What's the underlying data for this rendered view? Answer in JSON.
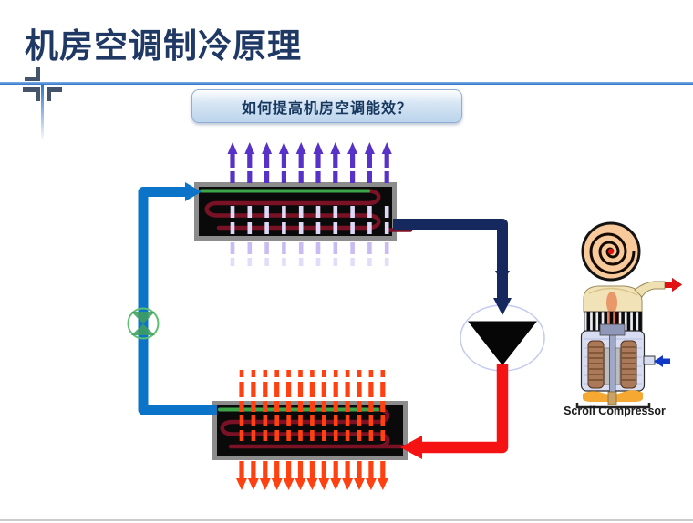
{
  "slide": {
    "title": "机房空调制冷原理",
    "callout_label": "如何提高机房空调能效？",
    "compressor_caption": "Scroll Compressor"
  },
  "icons": {
    "expansion_valve": "hourglass-in-circle",
    "compressor_symbol": "down-triangle-in-ellipse",
    "condenser_airflow": "purple-up-arrows",
    "evaporator_airflow": "red-down-arrows"
  },
  "colors": {
    "title_text": "#1F3864",
    "accent_line": "#2E74C8",
    "bracket": "#44546A",
    "callout_text": "#17375E",
    "callout_border": "#8FAED6",
    "callout_bg_top": "#FDFEFF",
    "callout_bg_bottom": "#BCD4EC",
    "pipe_blue": "#0B74C9",
    "pipe_navy": "#16295E",
    "pipe_red": "#F51212",
    "coil_green": "#3DA448",
    "coil_red": "#7A1226",
    "box_fill": "#0A0A0A",
    "box_border": "#8C8C8C",
    "airflow_purple": "#5632C8",
    "airflow_purple_light": "#DDD8F6",
    "airflow_purple_faint": "#C9BCF2",
    "airflow_hot": "#FF4010",
    "valve_green": "#3F9E5F",
    "valve_ring": "#5CC06E",
    "symbol_ellipse": "#C4CAF0",
    "symbol_triangle": "#060606",
    "scroll_face": "#F8C99B",
    "shell_dome": "#F2E2B8",
    "shell_body": "#D8DDF2",
    "winding_copper": "#A9795A",
    "oil_orange": "#F5A832",
    "footer_line": "#CCCCCC"
  },
  "diagram": {
    "condenser_airflow_columns": 10,
    "evaporator_airflow_columns": 13,
    "condenser_coil_passes": 3,
    "evaporator_coil_passes": 3
  }
}
